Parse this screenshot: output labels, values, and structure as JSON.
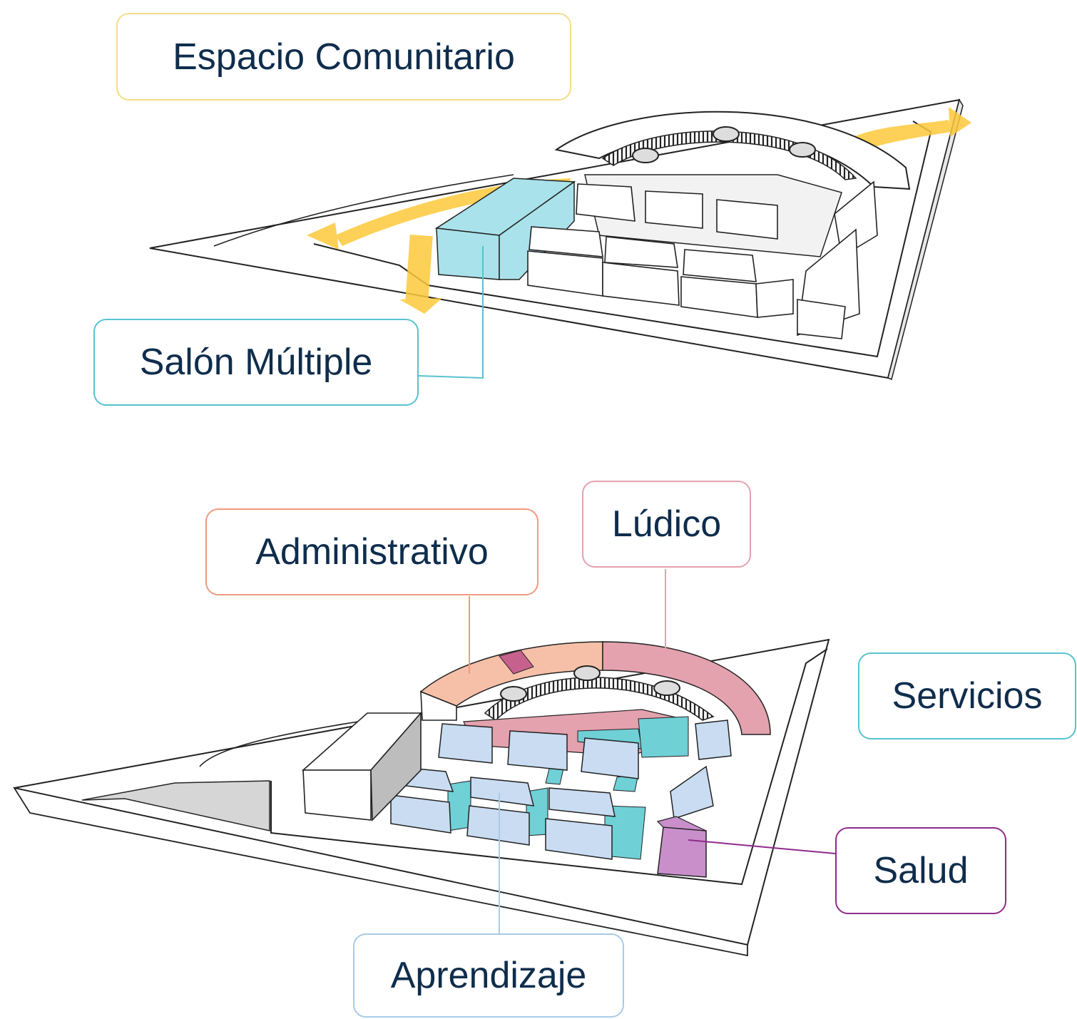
{
  "labels": {
    "espacio_comunitario": "Espacio Comunitario",
    "salon_multiple": "Salón Múltiple",
    "administrativo": "Administrativo",
    "ludico": "Lúdico",
    "servicios": "Servicios",
    "salud": "Salud",
    "aprendizaje": "Aprendizaje"
  },
  "colors": {
    "espacio_comunitario": "#f6dc86",
    "salon_multiple": "#58c2d0",
    "administrativo": "#ef9a7f",
    "ludico": "#e4a1ae",
    "servicios": "#58c2d0",
    "salud": "#8e2b8a",
    "aprendizaje": "#a8cbe7",
    "flow_arrow": "#fdc93a",
    "label_text": "#0f2d4c"
  }
}
